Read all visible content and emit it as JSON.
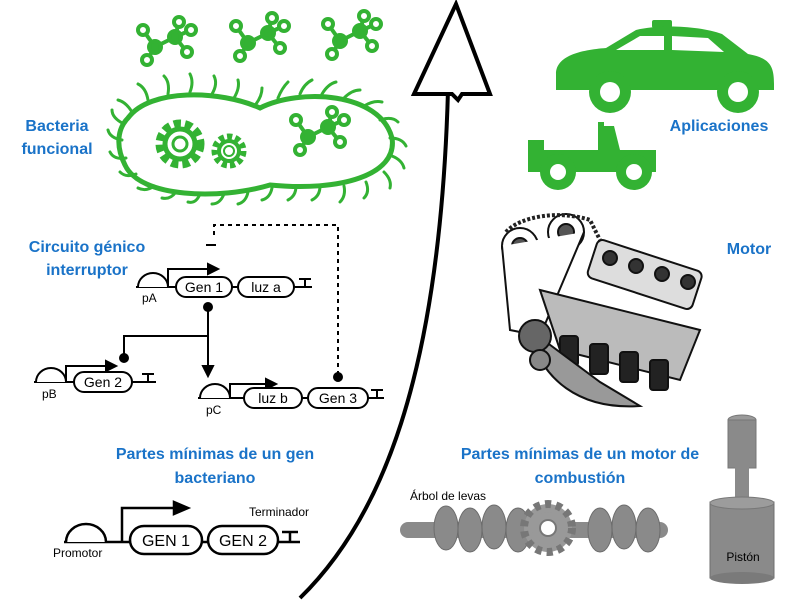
{
  "left": {
    "bacteria_label": [
      "Bacteria",
      "funcional"
    ],
    "circuit_label": [
      "Circuito génico",
      "interruptor"
    ],
    "circuit": {
      "pA": "pA",
      "gen1": "Gen 1",
      "luz_a": "luz a",
      "pB": "pB",
      "gen2": "Gen 2",
      "pC": "pC",
      "luz_b": "luz b",
      "gen3": "Gen 3"
    },
    "minimal_label": [
      "Partes mínimas de un gen",
      "bacteriano"
    ],
    "minimal": {
      "promotor": "Promotor",
      "gen1": "GEN 1",
      "gen2": "GEN 2",
      "terminador": "Terminador"
    }
  },
  "right": {
    "applications_label": "Aplicaciones",
    "motor_label": "Motor",
    "minimal_label": [
      "Partes mínimas de un motor de",
      "combustión"
    ],
    "camshaft_label": "Árbol de levas",
    "piston_label": "Pistón"
  },
  "colors": {
    "accent_green": "#33b233",
    "label_blue": "#1a73c8",
    "metal_gray": "#8a8a8a"
  }
}
